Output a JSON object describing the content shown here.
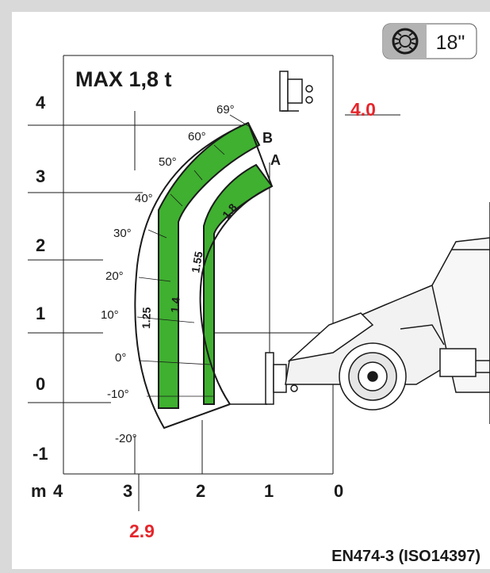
{
  "title": "MAX 1,8 t",
  "tire": {
    "icon": "tire-icon",
    "size": "18\""
  },
  "y_axis": {
    "ticks": [
      "4",
      "3",
      "2",
      "1",
      "0",
      "-1"
    ]
  },
  "x_axis": {
    "unit": "m",
    "ticks": [
      "4",
      "3",
      "2",
      "1",
      "0"
    ]
  },
  "markers": {
    "max_height": "4.0",
    "max_reach": "2.9"
  },
  "angles": [
    "69°",
    "60°",
    "50°",
    "40°",
    "30°",
    "20°",
    "10°",
    "0°",
    "-10°",
    "-20°"
  ],
  "boom_positions": [
    "A",
    "B"
  ],
  "load_bands": [
    "1.8",
    "1.55",
    "1.4",
    "1.25"
  ],
  "standard": "EN474-3 (ISO14397)",
  "colors": {
    "band": "#3fb030",
    "accent": "#e5262b",
    "text": "#1a1a1a",
    "badge": "#cccccc"
  }
}
